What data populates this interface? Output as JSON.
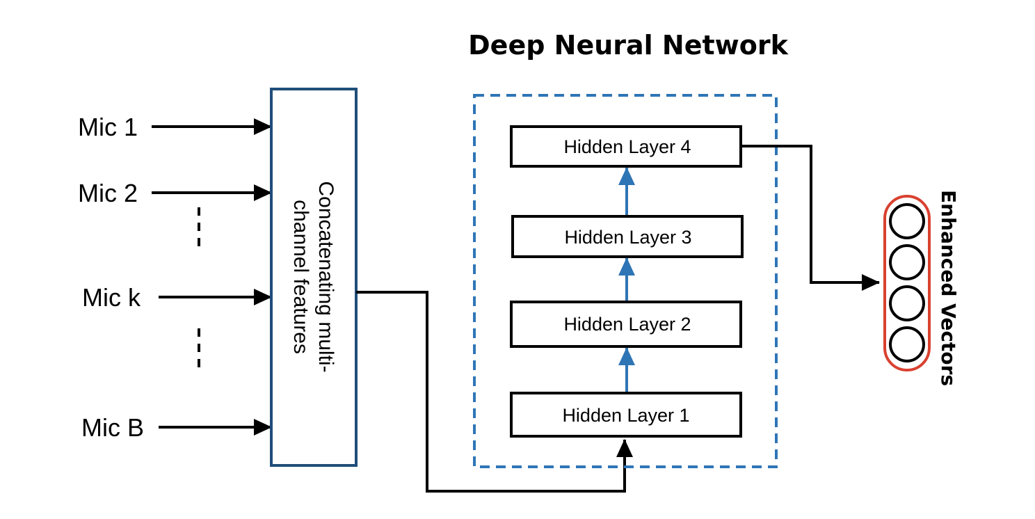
{
  "title": "Deep Neural Network",
  "mics": [
    "Mic 1",
    "Mic 2",
    "Mic k",
    "Mic B"
  ],
  "concat_label": {
    "line1": "Concatenating multi-",
    "line2": "channel features"
  },
  "layers": [
    "Hidden Layer 1",
    "Hidden Layer 2",
    "Hidden Layer 3",
    "Hidden Layer 4"
  ],
  "output_label": "Enhanced Vectors",
  "colors": {
    "dnn_border": "#2e75b6",
    "concat_border": "#1f4e79",
    "inter_layer_arrow": "#2e75b6",
    "output_outline": "#d9412f",
    "line": "#000000"
  }
}
